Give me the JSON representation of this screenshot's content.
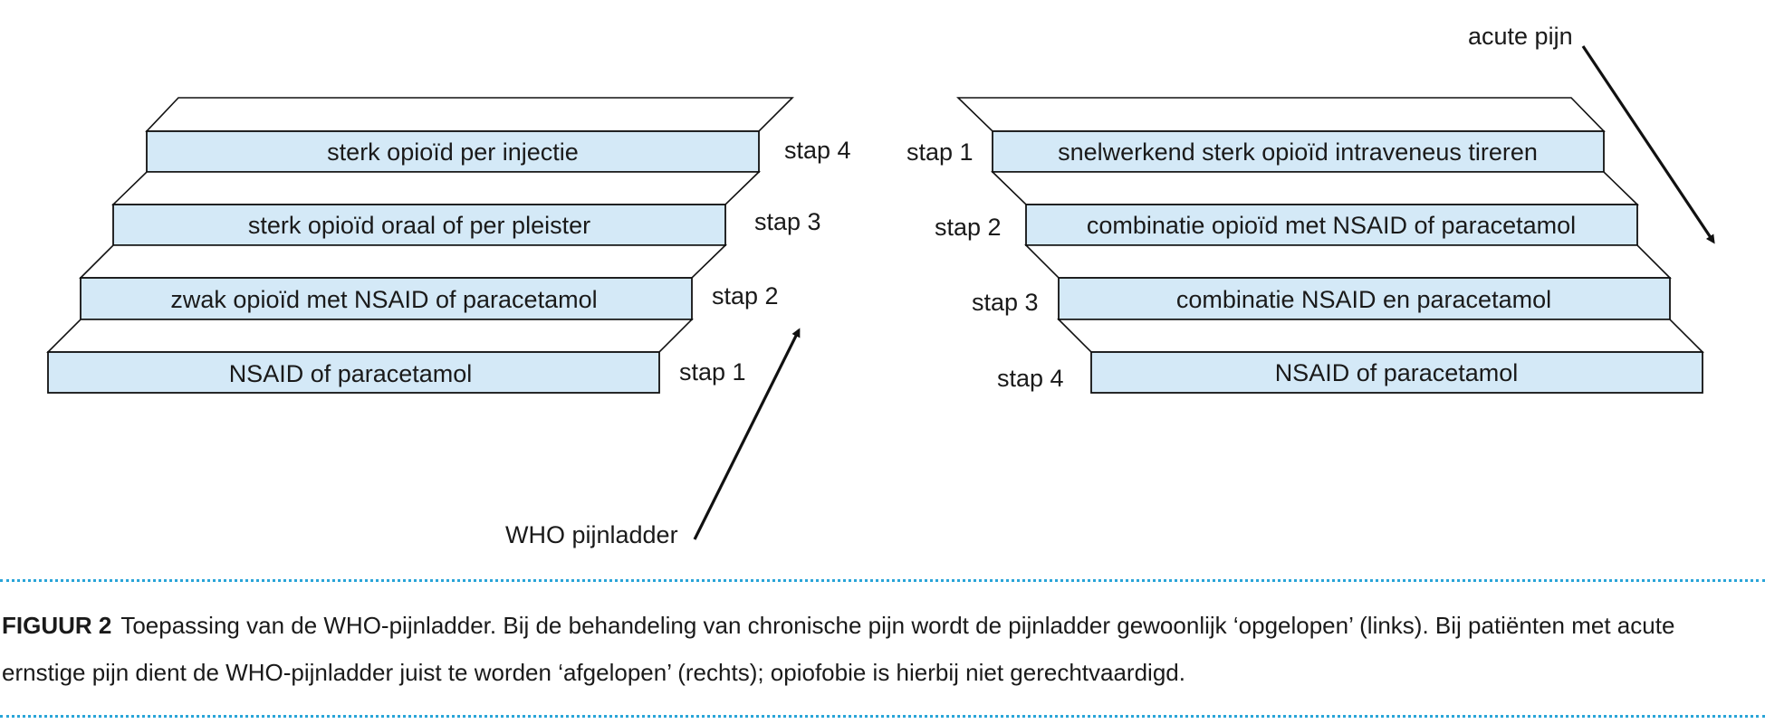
{
  "left_ladder": {
    "steps": [
      {
        "text": "sterk opioïd per injectie",
        "label": "stap 4"
      },
      {
        "text": "sterk opioïd oraal of per pleister",
        "label": "stap 3"
      },
      {
        "text": "zwak opioïd met NSAID of paracetamol",
        "label": "stap 2"
      },
      {
        "text": "NSAID of paracetamol",
        "label": "stap 1"
      }
    ],
    "arrow_label": "WHO pijnladder"
  },
  "right_ladder": {
    "steps": [
      {
        "text": "snelwerkend sterk opioïd intraveneus tireren",
        "label": "stap 1"
      },
      {
        "text": "combinatie opioïd met NSAID of paracetamol",
        "label": "stap 2"
      },
      {
        "text": "combinatie NSAID en paracetamol",
        "label": "stap 3"
      },
      {
        "text": "NSAID of paracetamol",
        "label": "stap 4"
      }
    ],
    "arrow_label": "acute pijn"
  },
  "caption": {
    "label": "FIGUUR 2",
    "text": "Toepassing van de WHO-pijnladder. Bij de behandeling van chronische pijn wordt de pijnladder gewoonlijk ‘opgelopen’ (links). Bij patiënten met acute ernstige pijn dient de WHO-pijnladder juist te worden ‘afgelopen’ (rechts); opiofobie is hierbij niet gerechtvaardigd."
  },
  "colors": {
    "step_fill": "#d4e9f7",
    "rule": "#2aa5d8"
  }
}
